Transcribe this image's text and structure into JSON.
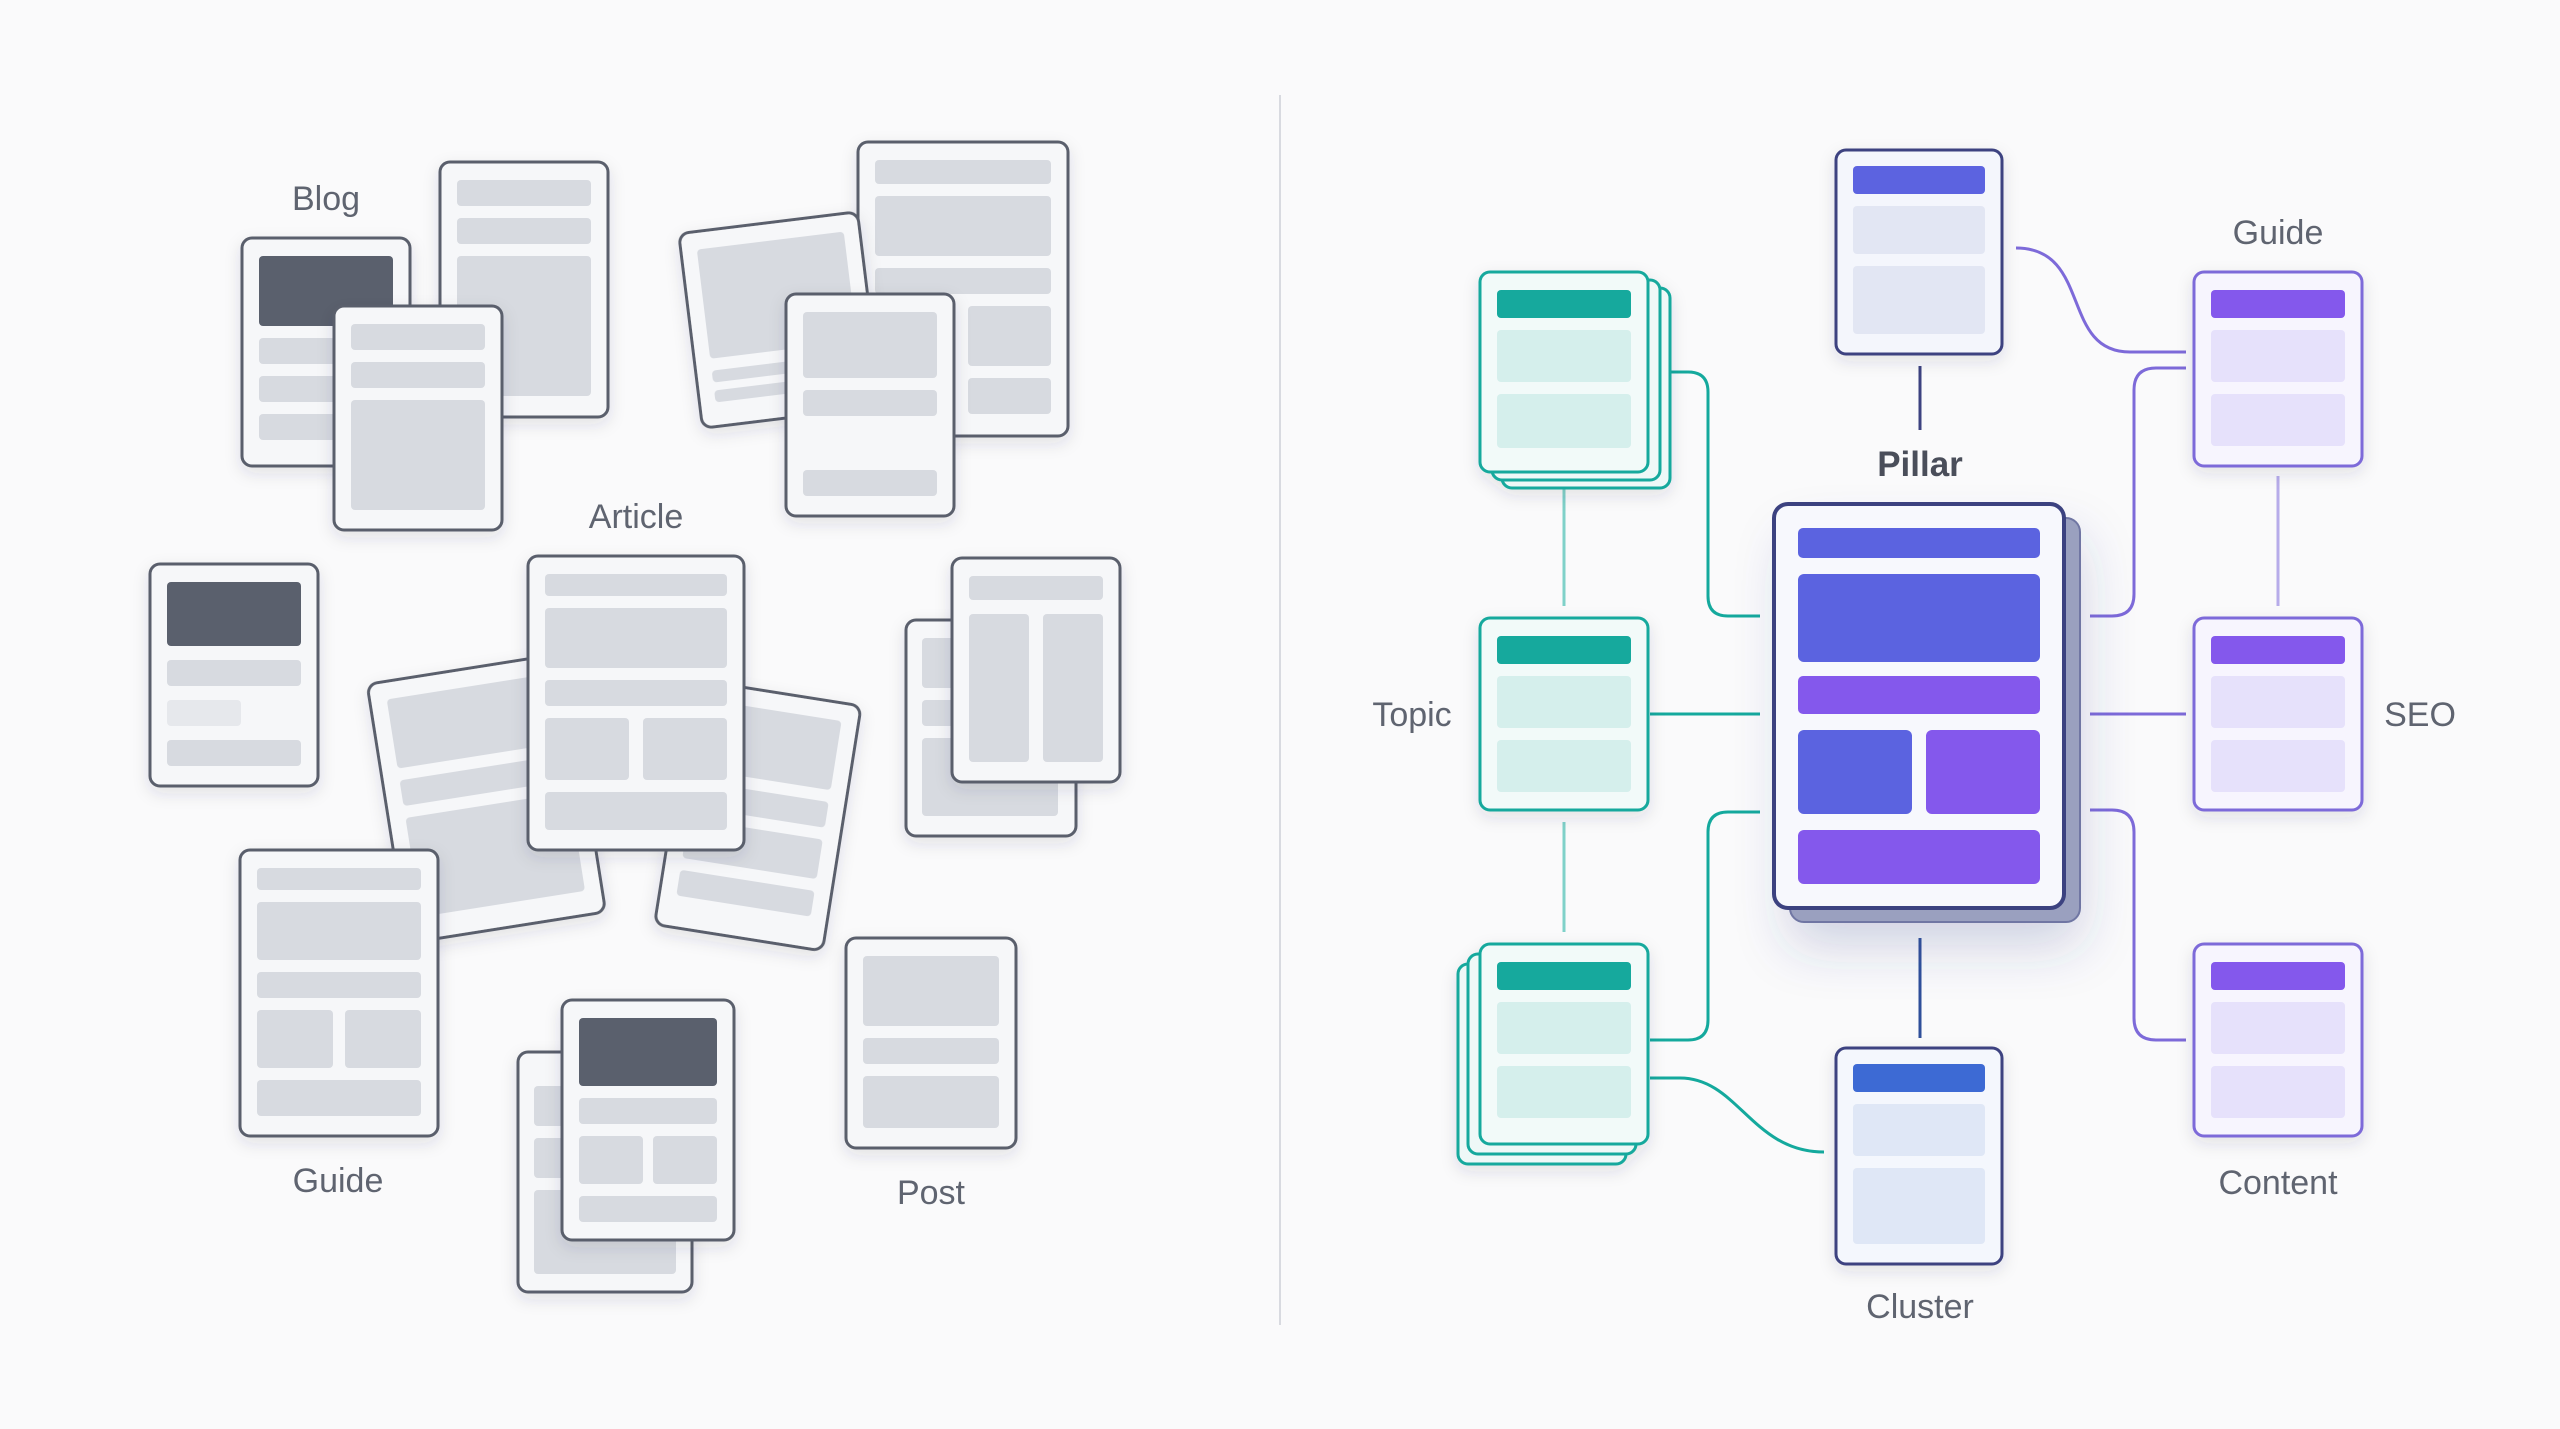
{
  "left_panel": {
    "labels": {
      "blog": "Blog",
      "article": "Article",
      "guide": "Guide",
      "post": "Post"
    }
  },
  "right_panel": {
    "labels": {
      "pillar": "Pillar",
      "topic": "Topic",
      "guide": "Guide",
      "seo": "SEO",
      "content": "Content",
      "cluster": "Cluster"
    },
    "colors": {
      "teal": "#14a99d",
      "indigo": "#5b63e0",
      "violet": "#8458ec",
      "navy": "#3c4280",
      "purple_line": "#7d6ad9",
      "blue": "#3d6ad4"
    }
  }
}
